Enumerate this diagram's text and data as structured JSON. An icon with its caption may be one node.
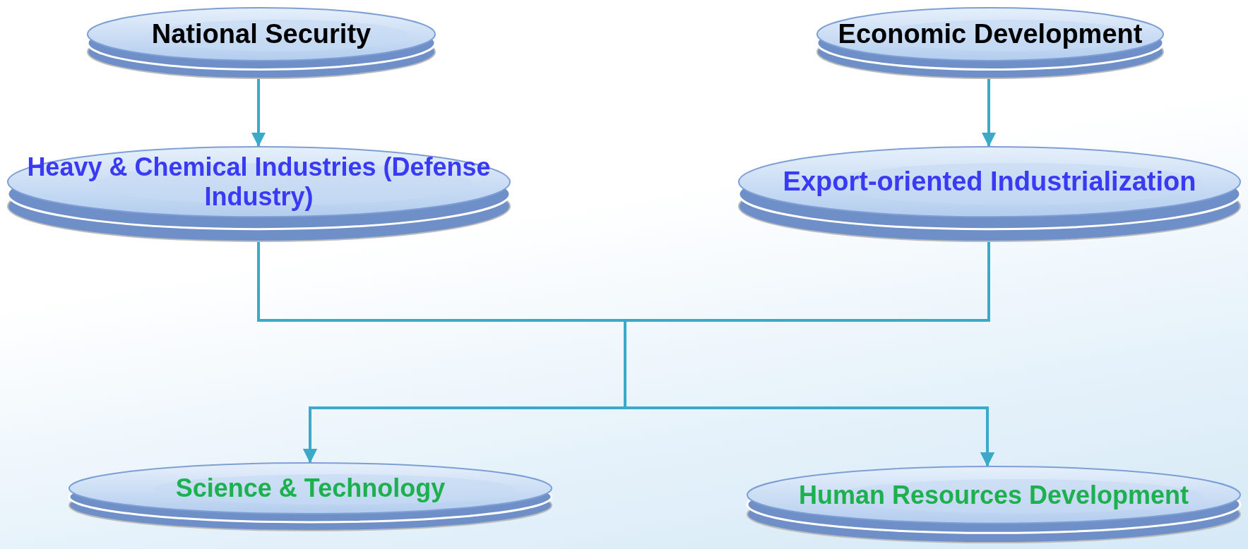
{
  "diagram": {
    "nodes": [
      {
        "text": [
          "National Security"
        ]
      },
      {
        "text": [
          "Economic Development"
        ]
      },
      {
        "text": [
          "Heavy & Chemical Industries (Defense Industry)"
        ]
      },
      {
        "text": [
          "Export-oriented Industrialization"
        ]
      },
      {
        "text": [
          "Science & Technology"
        ]
      },
      {
        "text": [
          "Human Resources Development"
        ]
      }
    ],
    "edges": [
      {
        "from": 0,
        "to": 2,
        "arrow": "to"
      },
      {
        "from": 1,
        "to": 3,
        "arrow": "to"
      },
      {
        "from": 2,
        "to": 4,
        "arrow": "to"
      },
      {
        "from": 2,
        "to": 5,
        "arrow": "to"
      },
      {
        "from": 3,
        "to": 4,
        "arrow": "to"
      },
      {
        "from": 3,
        "to": 5,
        "arrow": "to"
      }
    ]
  }
}
